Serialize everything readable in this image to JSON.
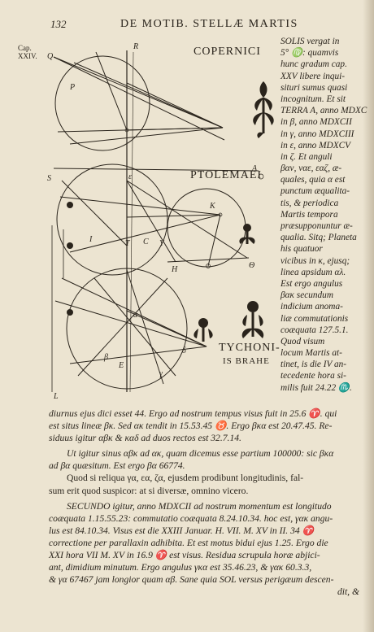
{
  "header": {
    "page_number": "132",
    "running_title": "DE MOTIB. STELLÆ MARTIS"
  },
  "margin_note": [
    "Cap.",
    "XXIV."
  ],
  "figure": {
    "label_copernici": "COPERNICI",
    "label_ptolemaei": "PTOLEMAEI",
    "label_tychonis_1": "TYCHONI-",
    "label_tychonis_2": "IS BRAHE",
    "letters": [
      "Q",
      "R",
      "P",
      "A",
      "I",
      "C",
      "K",
      "H",
      "Θ",
      "ε",
      "S",
      "Y",
      "T",
      "L",
      "α",
      "β",
      "γ",
      "δ",
      "E"
    ]
  },
  "right_column_lines": [
    "SOLIS vergat in",
    "5° ♍: quamvis",
    "hunc gradum cap.",
    "XXV libere inqui-",
    "situri sumus quasi",
    "incognitum. Et sit",
    "TERRA A, anno MDXC",
    "in β, anno MDXCII",
    "in γ, anno MDXCIII",
    "in ε, anno MDXCV",
    "in ζ. Et anguli",
    "βαν, ναε, εαζ, æ-",
    "quales, quia α est",
    "punctum æqualita-",
    "tis, & periodica",
    "Martis tempora",
    "præsupponuntur æ-",
    "qualia. Sitq; Planeta",
    "his quatuor",
    "vicibus in κ, ejusq;",
    "linea apsidum αλ.",
    "Est ergo angulus",
    "βακ secundum",
    "indicium anoma-",
    "liæ commutationis",
    "coæquata 127.5.1.",
    "Quod visum",
    "locum Martis at-",
    "tinet, is die IV an-",
    "tecedente hora si-",
    "milis fuit 24.22 ♏.",
    ""
  ],
  "body_lines": [
    "diurnus ejus dici esset 44. Ergo ad nostrum tempus visus fuit in 25.6 ♈. qui",
    "est situs lineæ βκ. Sed ακ tendit in 15.53.45 ♉. Ergo βκα est 20.47.45. Re-",
    "siduus igitur αβκ & καδ ad duos rectos est 32.7.14.",
    "GAP",
    "Ut igitur sinus αβκ ad ακ, quam dicemus esse partium 100000: sic βκα",
    "ad βα quæsitum. Est ergo βα 66774.",
    "Quod si reliqua γα, εα, ζα, ejusdem prodibunt longitudinis, fal-",
    "sum erit quod suspicor: at si diversæ, omnino vicero.",
    "GAP",
    "SECUNDO igitur, anno MDXCII ad nostrum momentum est longitudo",
    "coæquata 1.15.55.23: commutatio coæquata 8.24.10.34. hoc est, γακ angu-",
    "lus est 84.10.34. Visus est die XXIII Januar. H. VII. M. XV in II. 34 ♈",
    "correctione per parallaxin adhibita. Et est motus bidui ejus 1.25. Ergo die",
    "XXI hora VII M. XV in 16.9 ♈ est visus. Residua scrupula horæ abjici-",
    "ant, dimidium minutum. Ergo angulus γκα est 35.46.23, & γακ 60.3.3,",
    "& γα 67467 jam longior quam αβ. Sane quia SOL versus perigæum descen-",
    "dit, &"
  ]
}
